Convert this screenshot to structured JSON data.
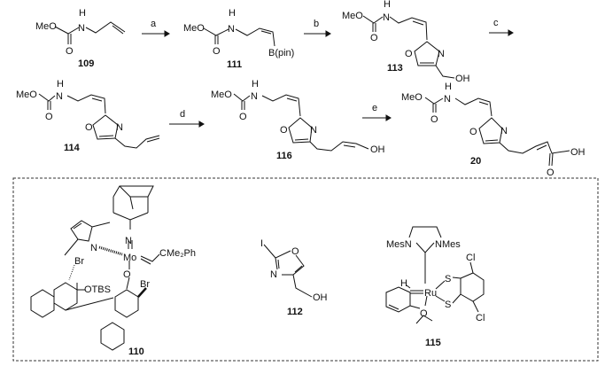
{
  "scheme": {
    "steps": [
      "a",
      "b",
      "c",
      "d",
      "e"
    ],
    "compounds": {
      "c109": {
        "label": "109",
        "atoms": {
          "meo": "MeO",
          "h": "H",
          "n": "N",
          "o": "O"
        }
      },
      "c111": {
        "label": "111",
        "atoms": {
          "meo": "MeO",
          "h": "H",
          "n": "N",
          "o": "O",
          "b": "B(pin)"
        }
      },
      "c113": {
        "label": "113",
        "atoms": {
          "meo": "MeO",
          "h": "H",
          "n": "N",
          "o": "O",
          "ro": "O",
          "rn": "N",
          "oh": "OH"
        }
      },
      "c114": {
        "label": "114",
        "atoms": {
          "meo": "MeO",
          "h": "H",
          "n": "N",
          "o": "O",
          "ro": "O",
          "rn": "N"
        }
      },
      "c116": {
        "label": "116",
        "atoms": {
          "meo": "MeO",
          "h": "H",
          "n": "N",
          "o": "O",
          "ro": "O",
          "rn": "N",
          "oh": "OH"
        }
      },
      "c20": {
        "label": "20",
        "atoms": {
          "meo": "MeO",
          "h": "H",
          "n": "N",
          "o": "O",
          "ro": "O",
          "rn": "N",
          "oh": "OH",
          "co": "O"
        }
      },
      "c110": {
        "label": "110",
        "atoms": {
          "n": "N",
          "pn": "N",
          "mo": "Mo",
          "cme2ph": "CMe₂Ph",
          "br1": "Br",
          "otbs": "OTBS",
          "o": "O",
          "br2": "Br"
        }
      },
      "c112": {
        "label": "112",
        "atoms": {
          "i": "I",
          "o": "O",
          "n": "N",
          "oh": "OH"
        }
      },
      "c115": {
        "label": "115",
        "atoms": {
          "mesn": "MesN",
          "nmes": "NMes",
          "cl1": "Cl",
          "h": "H",
          "ru": "Ru",
          "s1": "S",
          "s2": "S",
          "o": "O",
          "cl2": "Cl"
        }
      }
    }
  }
}
